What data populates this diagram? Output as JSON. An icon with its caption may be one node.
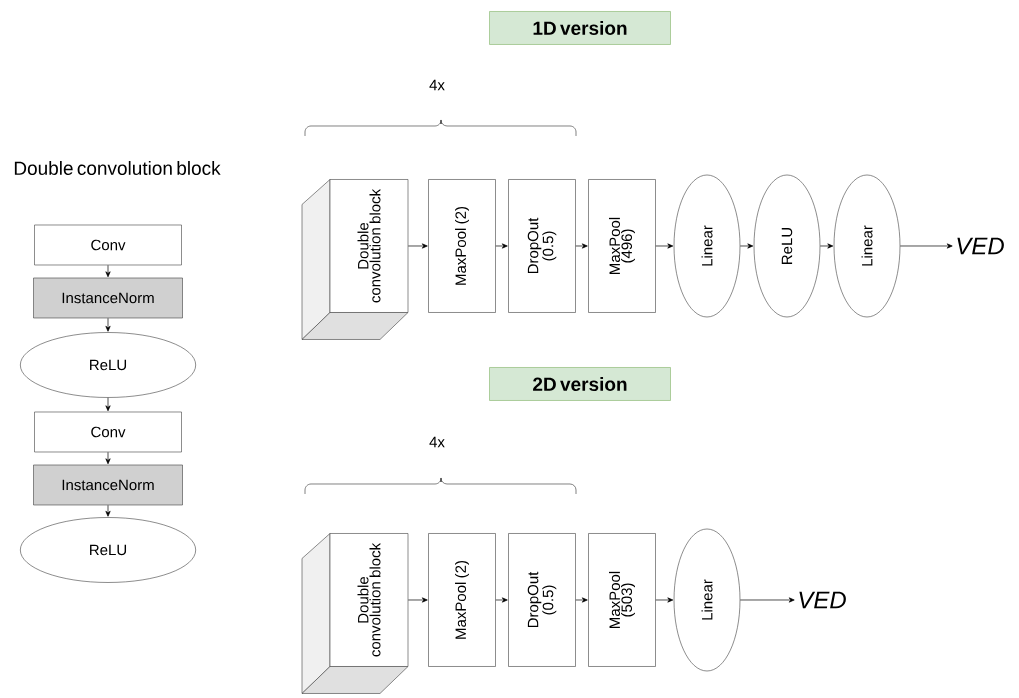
{
  "diagram": {
    "nodes": [
      {
        "text": [
          "Conv"
        ]
      },
      {
        "text": [
          "InstanceNorm"
        ]
      },
      {
        "text": [
          "ReLU"
        ]
      },
      {
        "text": [
          "Conv"
        ]
      },
      {
        "text": [
          "InstanceNorm"
        ]
      },
      {
        "text": [
          "ReLU"
        ]
      },
      {
        "text": [
          "1D version"
        ]
      },
      {
        "text": [
          "Double convolution block"
        ]
      },
      {
        "text": [
          "MaxPool (2)"
        ]
      },
      {
        "text": [
          "DropOut (0.5)"
        ]
      },
      {
        "text": [
          "MaxPool (496)"
        ]
      },
      {
        "text": [
          "Linear"
        ]
      },
      {
        "text": [
          "ReLU"
        ]
      },
      {
        "text": [
          "Linear"
        ]
      },
      {
        "text": [
          "VED"
        ]
      },
      {
        "text": [
          "2D version"
        ]
      },
      {
        "text": [
          "Double convolution block"
        ]
      },
      {
        "text": [
          "MaxPool (2)"
        ]
      },
      {
        "text": [
          "DropOut (0.5)"
        ]
      },
      {
        "text": [
          "MaxPool (503)"
        ]
      },
      {
        "text": [
          "Linear"
        ]
      },
      {
        "text": [
          "VED"
        ]
      }
    ],
    "edges": [
      {
        "from": 0,
        "to": 1,
        "arrow": "to"
      },
      {
        "from": 1,
        "to": 2,
        "arrow": "to"
      },
      {
        "from": 2,
        "to": 3,
        "arrow": "to"
      },
      {
        "from": 3,
        "to": 4,
        "arrow": "to"
      },
      {
        "from": 4,
        "to": 5,
        "arrow": "to"
      },
      {
        "from": 7,
        "to": 8,
        "arrow": "to"
      },
      {
        "from": 8,
        "to": 9,
        "arrow": "to"
      },
      {
        "from": 9,
        "to": 10,
        "arrow": "to"
      },
      {
        "from": 10,
        "to": 11,
        "arrow": "to"
      },
      {
        "from": 11,
        "to": 12,
        "arrow": "to"
      },
      {
        "from": 12,
        "to": 13,
        "arrow": "to"
      },
      {
        "from": 13,
        "to": 14,
        "arrow": "to"
      },
      {
        "from": 16,
        "to": 17,
        "arrow": "to"
      },
      {
        "from": 17,
        "to": 18,
        "arrow": "to"
      },
      {
        "from": 18,
        "to": 19,
        "arrow": "to"
      },
      {
        "from": 19,
        "to": 20,
        "arrow": "to"
      },
      {
        "from": 20,
        "to": 21,
        "arrow": "to"
      }
    ],
    "labels": [
      "Double convolution block",
      "4x",
      "4x"
    ]
  }
}
